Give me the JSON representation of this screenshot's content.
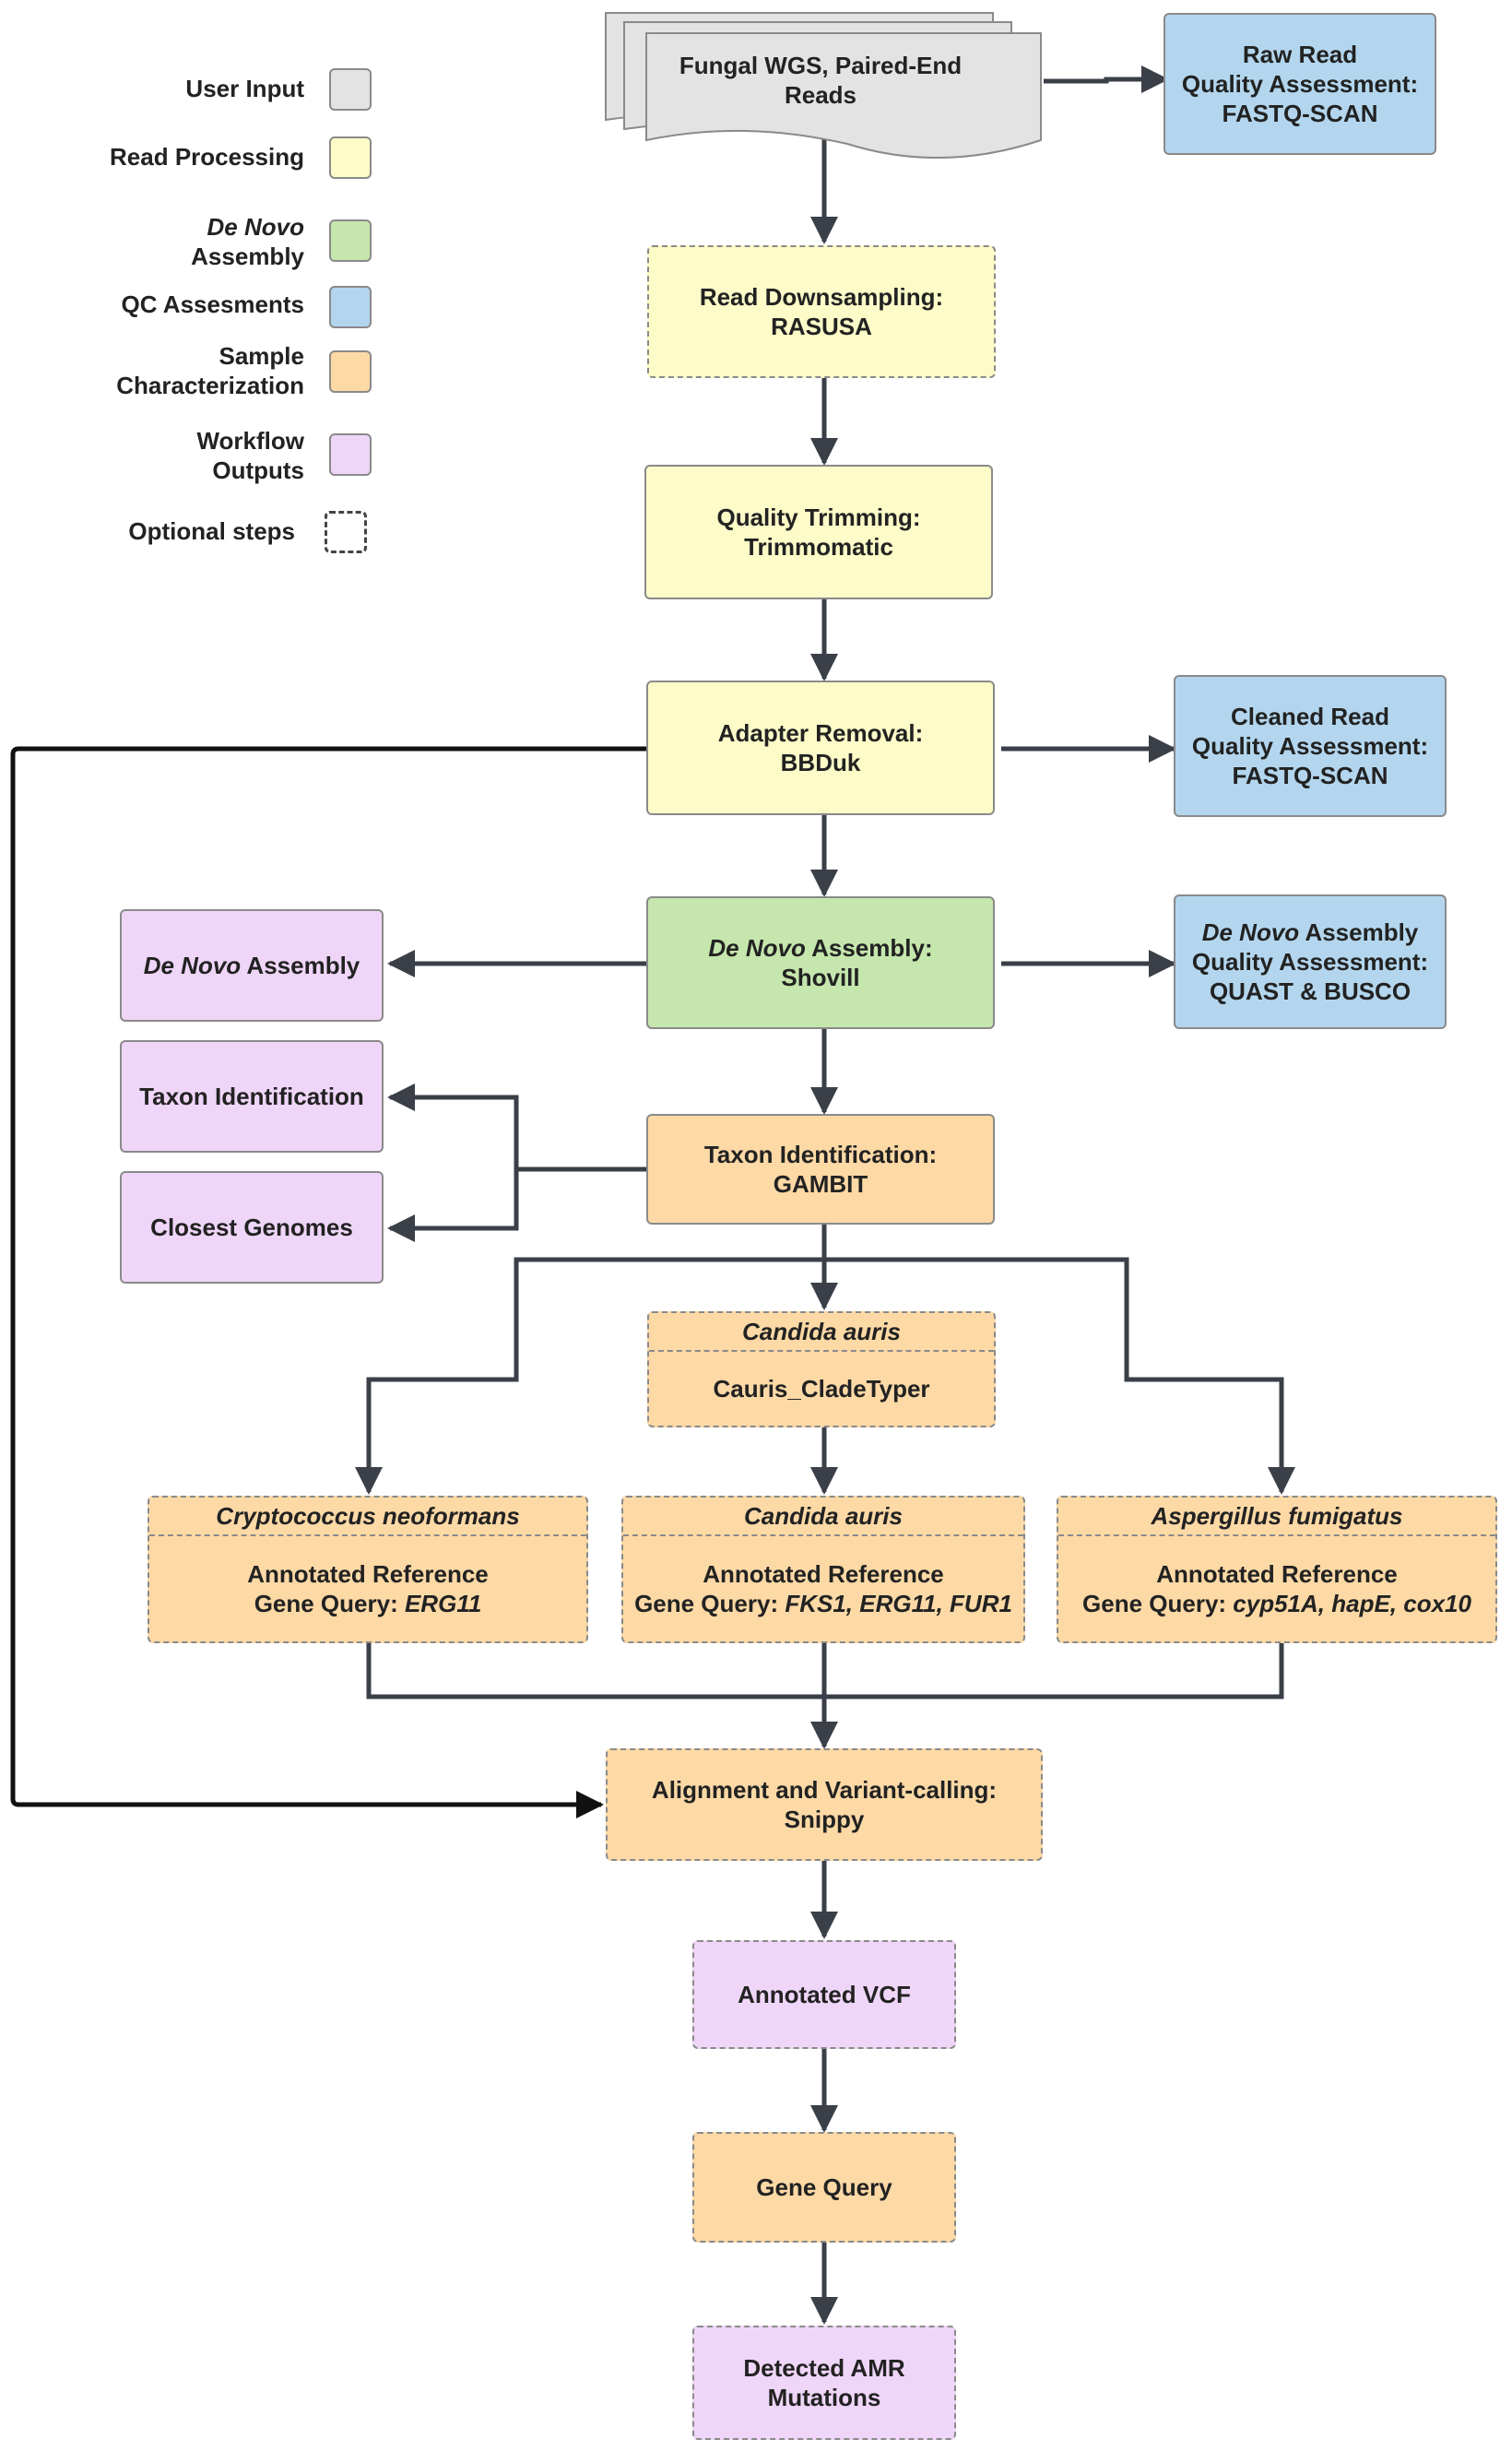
{
  "legend": {
    "user_input": "User Input",
    "read_processing": "Read Processing",
    "de_novo_1": "De Novo",
    "de_novo_2": "Assembly",
    "qc": "QC Assesments",
    "sample_1": "Sample",
    "sample_2": "Characterization",
    "outputs_1": "Workflow",
    "outputs_2": "Outputs",
    "optional": "Optional steps"
  },
  "nodes": {
    "input": {
      "line1": "Fungal WGS, Paired-End",
      "line2": "Reads"
    },
    "raw_qc": {
      "line1": "Raw Read",
      "line2": "Quality Assessment:",
      "line3": "FASTQ-SCAN"
    },
    "downsample": {
      "line1": "Read Downsampling:",
      "line2": "RASUSA"
    },
    "trimming": {
      "line1": "Quality Trimming:",
      "line2": "Trimmomatic"
    },
    "adapter": {
      "line1": "Adapter Removal:",
      "line2": "BBDuk"
    },
    "clean_qc": {
      "line1": "Cleaned Read",
      "line2": "Quality Assessment:",
      "line3": "FASTQ-SCAN"
    },
    "assembly": {
      "italic": "De Novo",
      "rest": " Assembly:",
      "line2": "Shovill"
    },
    "assembly_out": {
      "italic": "De Novo",
      "rest": " Assembly"
    },
    "assembly_qc": {
      "italic": "De Novo",
      "rest": " Assembly",
      "line2": "Quality Assessment:",
      "line3": "QUAST & BUSCO"
    },
    "taxon_out": {
      "label": "Taxon Identification"
    },
    "closest_out": {
      "label": "Closest Genomes"
    },
    "gambit": {
      "line1": "Taxon Identification:",
      "line2": "GAMBIT"
    },
    "clade_typer": {
      "species": "Candida auris",
      "tool": "Cauris_CladeTyper"
    },
    "crypto": {
      "species": "Cryptococcus neoformans",
      "line1": "Annotated Reference",
      "prefix": "Gene Query: ",
      "genes": "ERG11"
    },
    "candida": {
      "species": "Candida auris",
      "line1": "Annotated Reference",
      "prefix": "Gene Query: ",
      "genes": "FKS1, ERG11, FUR1"
    },
    "asper": {
      "species": "Aspergillus fumigatus",
      "line1": "Annotated Reference",
      "prefix": "Gene Query: ",
      "genes": "cyp51A, hapE, cox10"
    },
    "snippy": {
      "line1": "Alignment and Variant-calling:",
      "line2": "Snippy"
    },
    "vcf": {
      "label": "Annotated VCF"
    },
    "gene_query": {
      "label": "Gene Query"
    },
    "amr": {
      "line1": "Detected AMR",
      "line2": "Mutations"
    }
  },
  "colors": {
    "user_input": "#e3e3e3",
    "read_processing": "#fdfbc8",
    "de_novo": "#c5e6ad",
    "qc": "#b3d6ee",
    "sample": "#fdd9a6",
    "outputs": "#efd6f8"
  }
}
